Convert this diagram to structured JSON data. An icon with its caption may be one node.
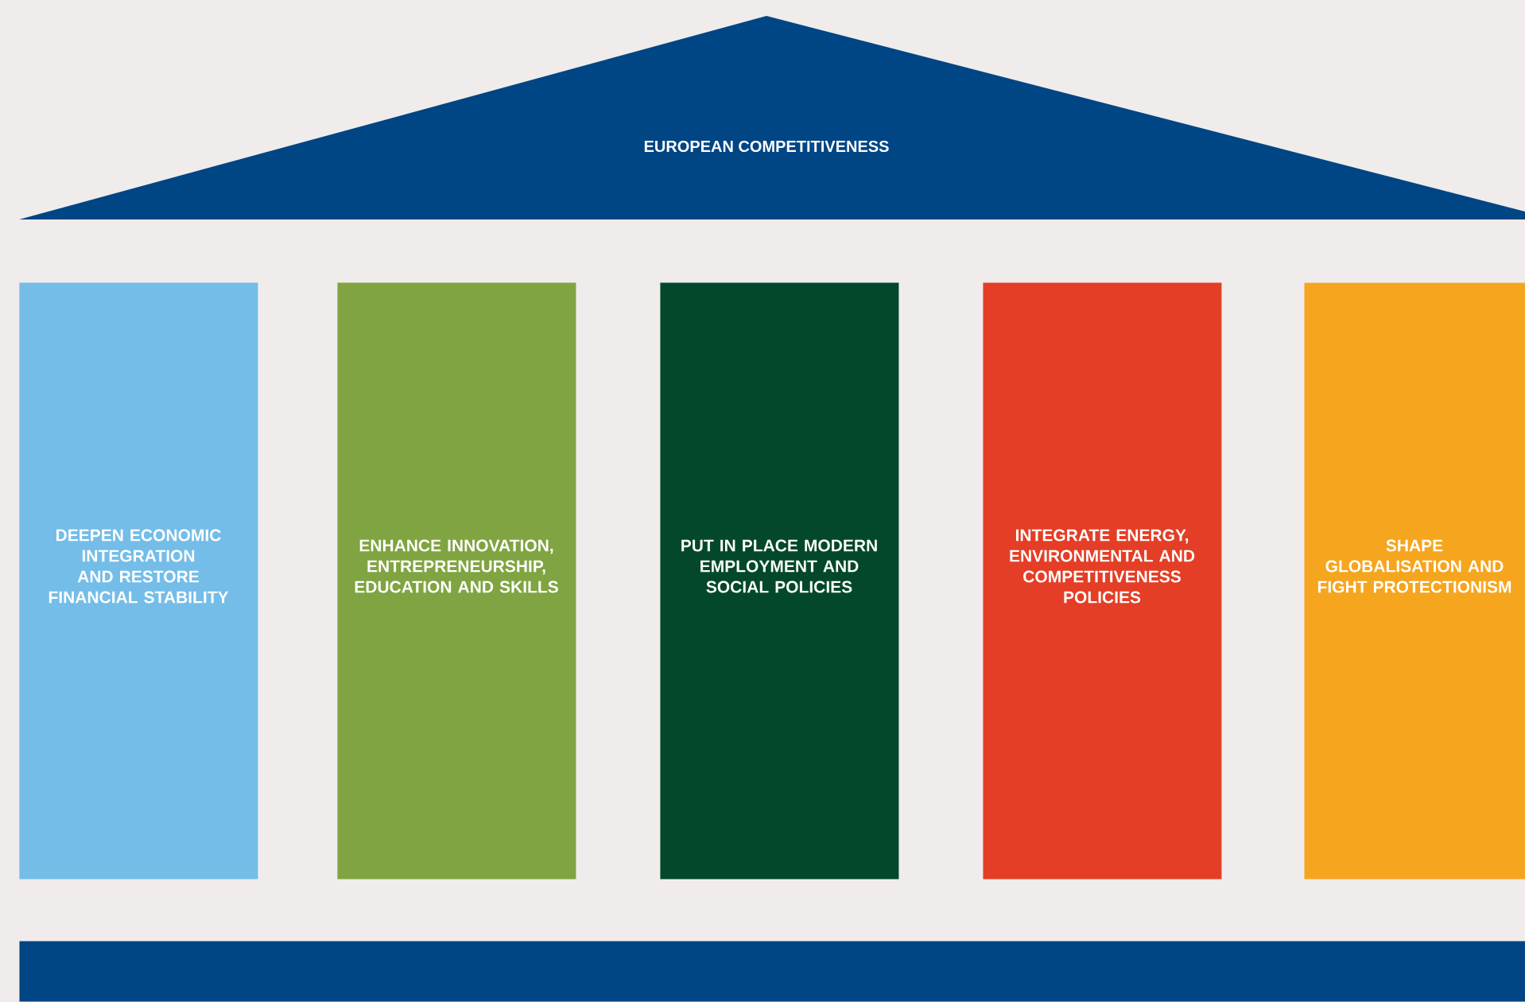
{
  "diagram": {
    "nodes": [
      {
        "text": [
          "EUROPEAN COMPETITIVENESS"
        ]
      },
      {
        "text": [
          "DEEPEN ECONOMIC INTEGRATION AND RESTORE FINANCIAL STABILITY"
        ]
      },
      {
        "text": [
          "ENHANCE INNOVATION, ENTREPRENEURSHIP, EDUCATION AND SKILLS"
        ]
      },
      {
        "text": [
          "PUT IN PLACE MODERN EMPLOYMENT AND SOCIAL POLICIES"
        ]
      },
      {
        "text": [
          "INTEGRATE ENERGY, ENVIRONMENTAL AND COMPETITIVENESS POLICIES"
        ]
      },
      {
        "text": [
          "SHAPE GLOBALISATION AND FIGHT PROTECTIONISM"
        ]
      },
      {
        "text": [],
        "shape": "bar"
      }
    ]
  }
}
